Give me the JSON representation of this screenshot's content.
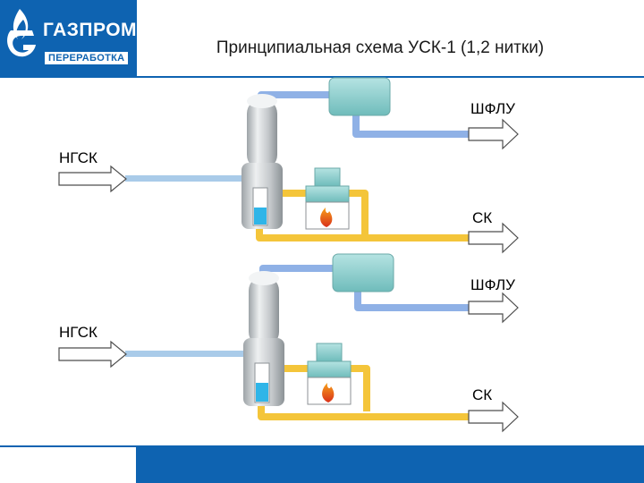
{
  "header": {
    "title": "Принципиальная схема УСК-1 (1,2 нитки)"
  },
  "logo": {
    "line1": "ГАЗПРОМ",
    "line2": "ПЕРЕРАБОТКА"
  },
  "lines": [
    {
      "input_label": "НГСК",
      "top_output_label": "ШФЛУ",
      "bottom_output_label": "СК"
    },
    {
      "input_label": "НГСК",
      "top_output_label": "ШФЛУ",
      "bottom_output_label": "СК"
    }
  ],
  "colors": {
    "brand_blue": "#0e63b1",
    "pipe_blue": "#8fb1e6",
    "pipe_yellow": "#f4c53a",
    "feed_pipe": "#a9cbe9",
    "cooler": "#8ecfce",
    "liquid_level": "#2fb5e8",
    "flame": "#e8451a",
    "vessel": "#c8cccf"
  }
}
